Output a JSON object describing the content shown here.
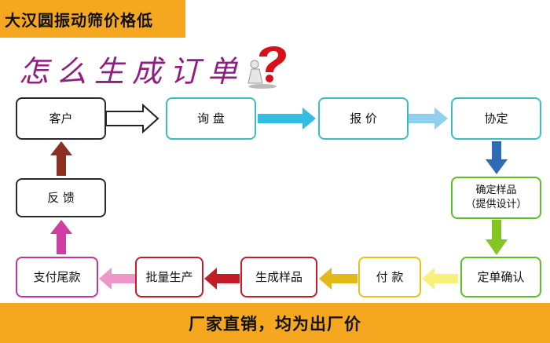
{
  "header": {
    "badge_text": "大汉圆振动筛价格低",
    "title": "怎么生成订单",
    "question_mark_icon": "red-question-mark-icon"
  },
  "flow": {
    "customer": "客户",
    "inquiry": "询 盘",
    "quote": "报 价",
    "agree": "协定",
    "confirm_sample_line1": "确定样品",
    "confirm_sample_line2": "（提供设计）",
    "order_confirm": "定单确认",
    "payment": "付 款",
    "produce_sample": "生成样品",
    "mass_production": "批量生产",
    "balance_payment": "支付尾款",
    "feedback": "反 馈"
  },
  "footer": {
    "text": "厂家直销，均为出厂价"
  },
  "colors": {
    "badge": "#f5a81f",
    "title": "#8e1e80",
    "teal_border": "#3bbfbf",
    "dark_border": "#2a2a2a",
    "green_border": "#5cbf2a",
    "yellow_border": "#e8c21a",
    "red_border": "#c01e2a",
    "pink_border": "#c2369a"
  }
}
